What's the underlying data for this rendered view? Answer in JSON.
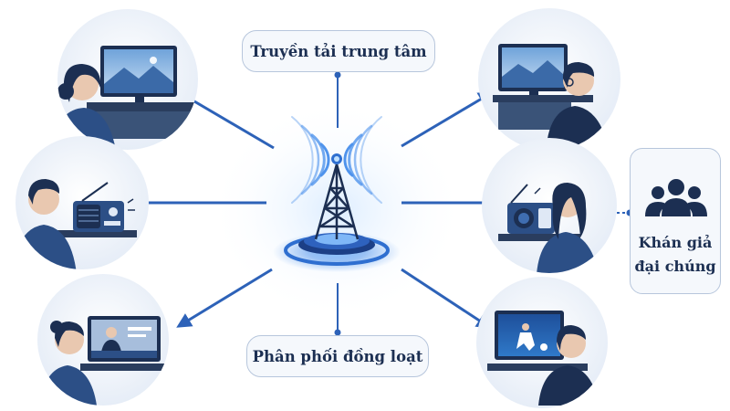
{
  "labels": {
    "central_transmission": "Truyền tải trung tâm",
    "mass_distribution": "Phân phối đồng loạt",
    "mass_audience": "Khán giả\nđại chúng"
  },
  "icons": {
    "tower": "broadcast-tower-icon",
    "audience": "people-group-icon",
    "receivers": [
      "tv-viewer",
      "tv-viewer",
      "radio-listener",
      "radio-listener",
      "tv-news-viewer",
      "tv-football-viewer"
    ]
  },
  "colors": {
    "navy": "#1c2f52",
    "arrow": "#2d62b8",
    "glow": "#5aa2f2",
    "accent": "#e43b3b"
  }
}
